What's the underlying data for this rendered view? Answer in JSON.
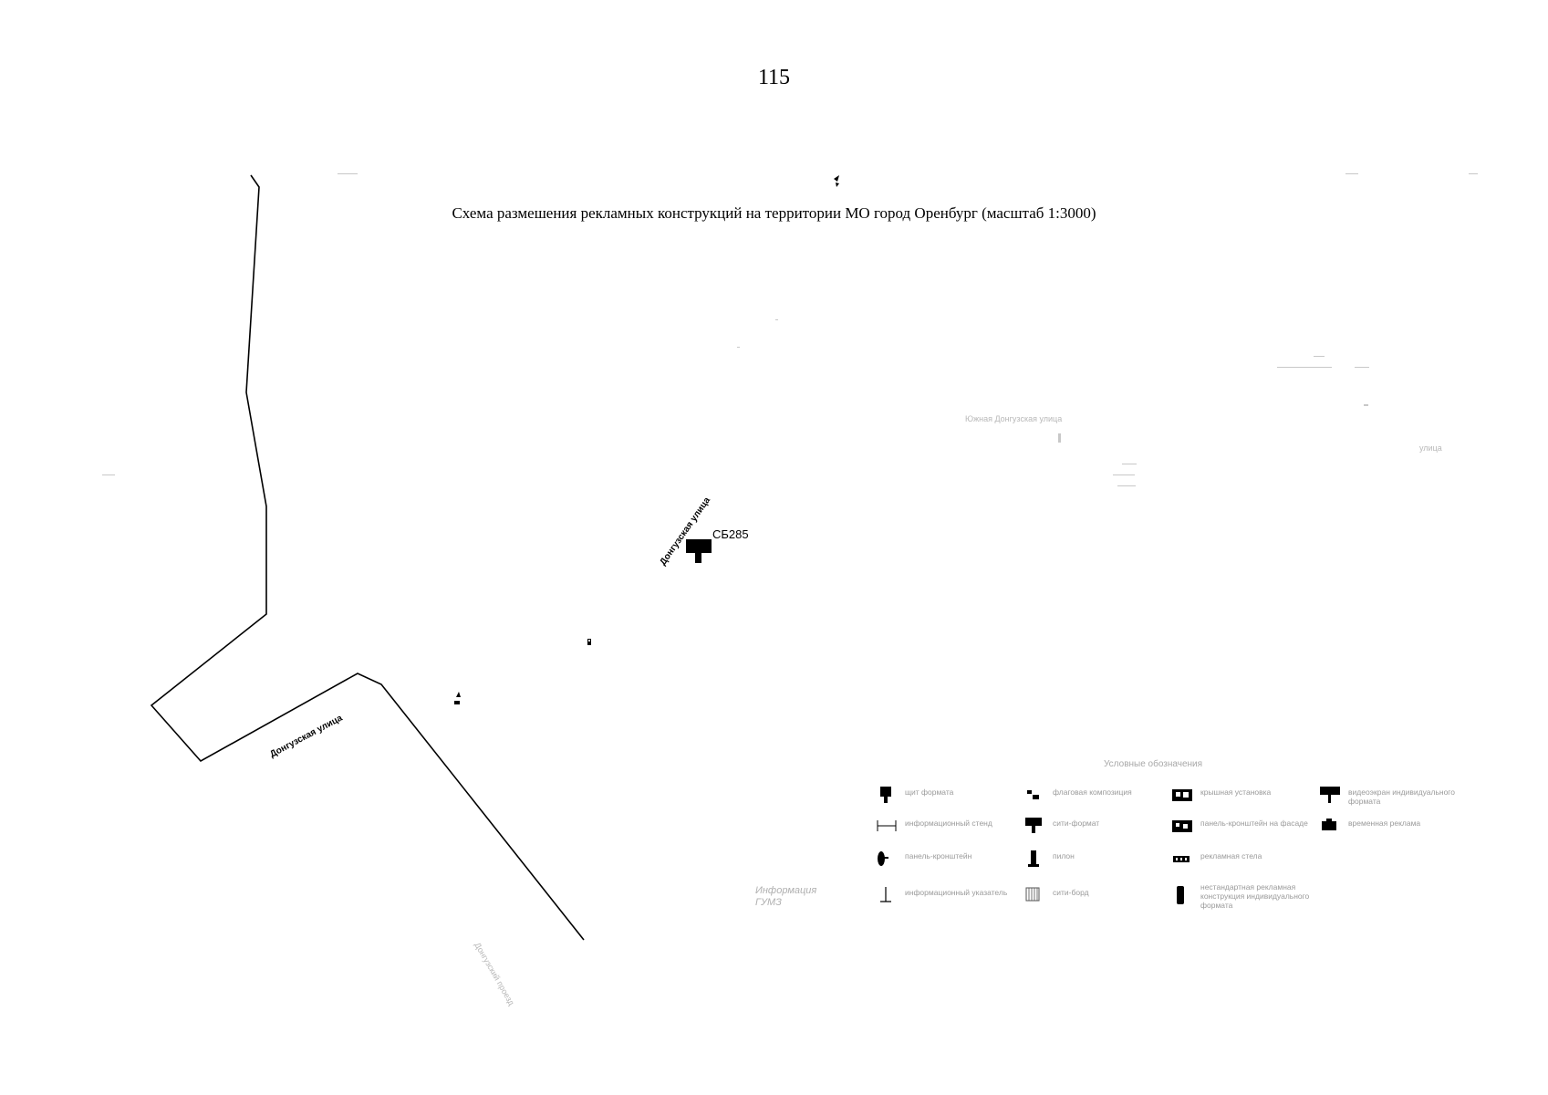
{
  "page_number": "115",
  "map_title": "Схема размешения рекламных конструкций на территории МО город Оренбург (масштаб 1:3000)",
  "streets": {
    "main_label": "Донгузская улица",
    "lower_label": "Донгузская улица",
    "faint_road_label": "Донгузский проезд",
    "faint_top_label": "Южная Донгузская улица",
    "faint_right_label": "улица"
  },
  "construction": {
    "code": "СБ285",
    "type": "щит формата"
  },
  "legend": {
    "title": "Условные обозначения",
    "items": [
      {
        "icon": "billboard-icon",
        "label": "щит формата"
      },
      {
        "icon": "flag-icon",
        "label": "флаговая композиция"
      },
      {
        "icon": "roof-installation-icon",
        "label": "крышная установка"
      },
      {
        "icon": "video-screen-icon",
        "label": "видеоэкран индивидуального формата"
      },
      {
        "icon": "info-stand-icon",
        "label": "информационный стенд"
      },
      {
        "icon": "city-format-icon",
        "label": "сити-формат"
      },
      {
        "icon": "roof-construction-icon",
        "label": "панель-кронштейн на фасаде"
      },
      {
        "icon": "temporary-structure-icon",
        "label": "временная реклама"
      },
      {
        "icon": "bracket-panel-icon",
        "label": "панель-кронштейн"
      },
      {
        "icon": "pillar-icon",
        "label": "пилон"
      },
      {
        "icon": "advert-fence-icon",
        "label": "рекламная стела"
      },
      {
        "icon": "info-pointer-icon",
        "label": "информационный указатель"
      },
      {
        "icon": "city-board-icon",
        "label": "сити-борд"
      },
      {
        "icon": "non-standard-icon",
        "label": "нестандартная рекламная конструкция индивидуального формата"
      }
    ]
  },
  "side_caption": [
    "Информация",
    "ГУМЗ"
  ]
}
